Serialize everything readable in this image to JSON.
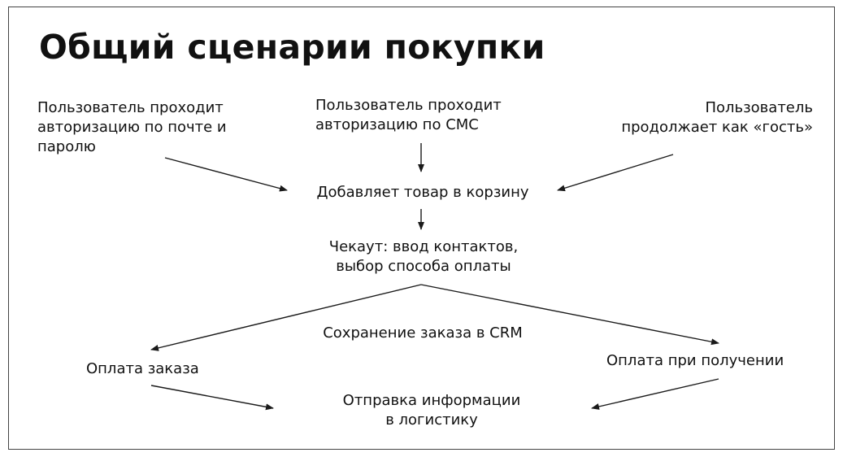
{
  "title": "Общий сценарии покупки",
  "nodes": {
    "auth_email": [
      "Пользователь проходит",
      "авторизацию по почте и",
      "паролю"
    ],
    "auth_sms": [
      "Пользователь проходит",
      "авторизацию по СМС"
    ],
    "guest": [
      "Пользователь",
      "продолжает как «гость»"
    ],
    "add_to_cart": [
      "Добавляет товар в корзину"
    ],
    "checkout": [
      "Чекаут: ввод контактов,",
      "выбор способа оплаты"
    ],
    "save_crm": [
      "Сохранение заказа в CRM"
    ],
    "pay_order": [
      "Оплата заказа"
    ],
    "pay_on_delivery": [
      "Оплата при получении"
    ],
    "logistics": [
      "Отправка информации",
      "в логистику"
    ]
  },
  "edges": [
    {
      "from": "auth_email",
      "to": "add_to_cart"
    },
    {
      "from": "auth_sms",
      "to": "add_to_cart"
    },
    {
      "from": "guest",
      "to": "add_to_cart"
    },
    {
      "from": "add_to_cart",
      "to": "checkout"
    },
    {
      "from": "checkout",
      "to": "pay_order"
    },
    {
      "from": "checkout",
      "to": "pay_on_delivery"
    },
    {
      "from": "pay_order",
      "to": "logistics"
    },
    {
      "from": "pay_on_delivery",
      "to": "logistics"
    }
  ],
  "colors": {
    "text": "#111111",
    "arrow": "#1a1a1a",
    "border": "#444444",
    "background": "#ffffff"
  }
}
